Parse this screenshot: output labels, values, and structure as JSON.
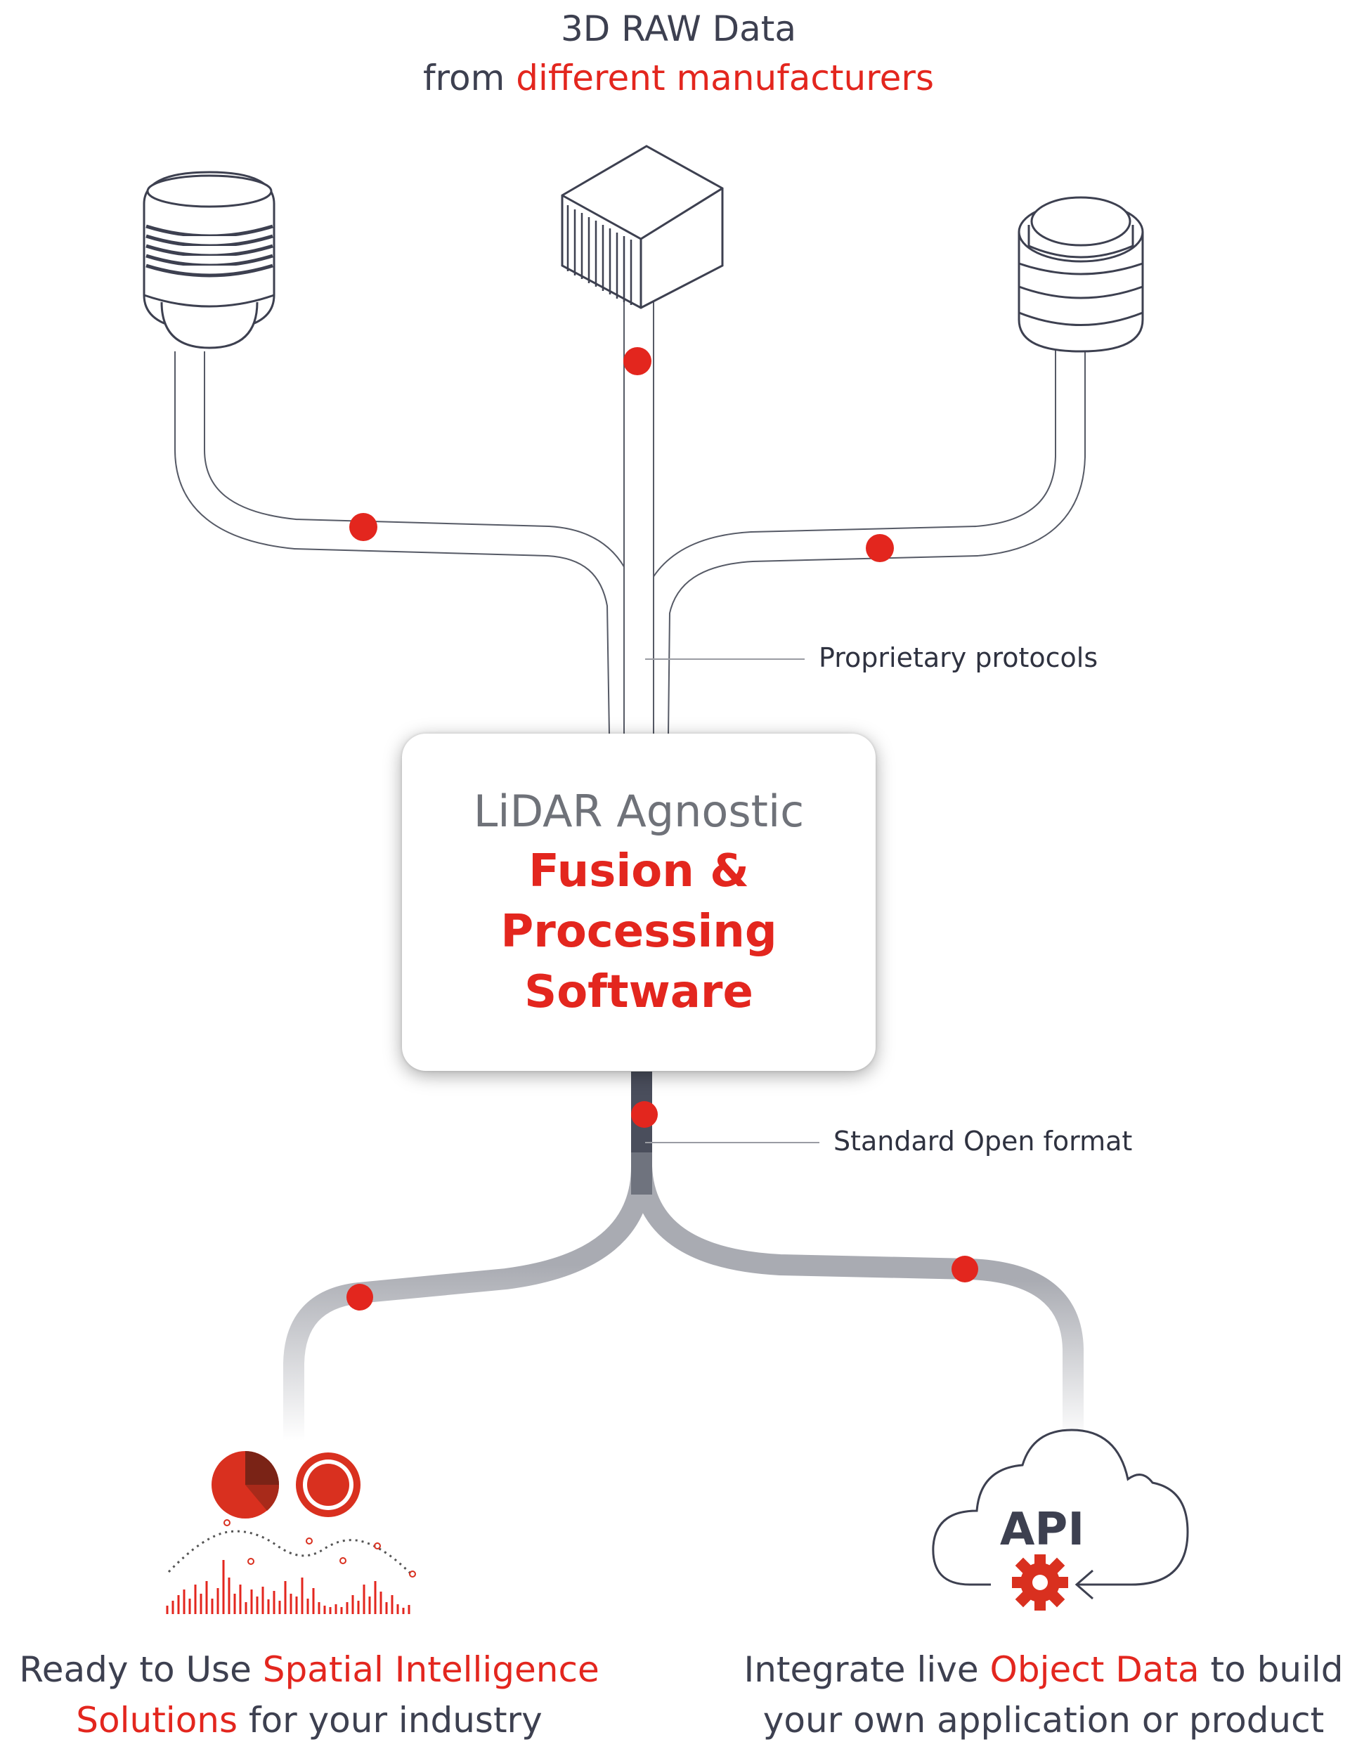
{
  "header": {
    "line1": "3D RAW Data",
    "line2_prefix": "from ",
    "line2_highlight": "different manufacturers"
  },
  "sensors": [
    {
      "name": "dome sensor",
      "icon": "dome-lidar-icon"
    },
    {
      "name": "box sensor",
      "icon": "box-lidar-icon"
    },
    {
      "name": "cylinder sensor",
      "icon": "cylinder-lidar-icon"
    }
  ],
  "callouts": {
    "input": "Proprietary protocols",
    "output": "Standard Open format"
  },
  "center": {
    "line1": "LiDAR Agnostic",
    "line2": "Fusion & Processing",
    "line3": "Software"
  },
  "outputs": {
    "left": {
      "prefix": "Ready to Use ",
      "highlight1": "Spatial Intelligence",
      "highlight2": "Solutions",
      "suffix": " for your industry",
      "icon": "analytics-icon"
    },
    "right": {
      "prefix": "Integrate live ",
      "highlight": "Object Data",
      "suffix1": " to build",
      "line2": "your own application or product",
      "icon": "api-cloud-icon",
      "icon_text": "API"
    }
  },
  "colors": {
    "accent": "#e3261e",
    "text": "#3d4050",
    "pipe_dark": "#4a4e5c",
    "pipe_grey": "#a9abb2"
  }
}
